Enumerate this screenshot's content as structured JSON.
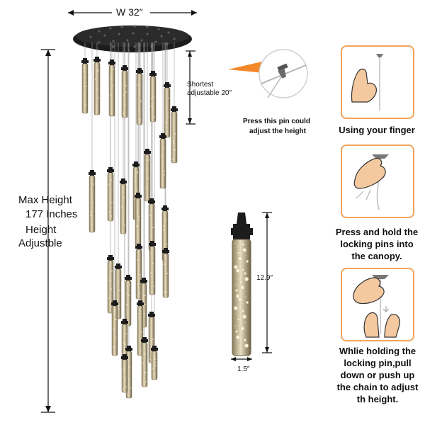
{
  "dimensions": {
    "width_label": "W 32″",
    "shortest_label_line1": "Shortest",
    "shortest_label_line2": "adjustable 20″",
    "tube_height_label": "12.9″",
    "tube_width_label": "1.5″"
  },
  "max_height": {
    "line1": "Max Height",
    "line2": "177  Inches",
    "line3": "Height",
    "line4": "Adjustble"
  },
  "pin_callout": {
    "line1": "Press this pin could",
    "line2": "adjust the height"
  },
  "steps": [
    {
      "lines": [
        "Using your finger"
      ]
    },
    {
      "lines": [
        "Press and hold the",
        "locking pins into",
        "the canopy."
      ]
    },
    {
      "lines": [
        "Whlie holding the",
        "locking pin,pull",
        "down or push up",
        "the chain to adjust",
        "th height."
      ]
    }
  ],
  "colors": {
    "accent_orange": "#f0a55a",
    "canopy_black": "#1c1c1c",
    "crystal_gold": "#c9b88c",
    "skin": "#f4c9a0"
  }
}
